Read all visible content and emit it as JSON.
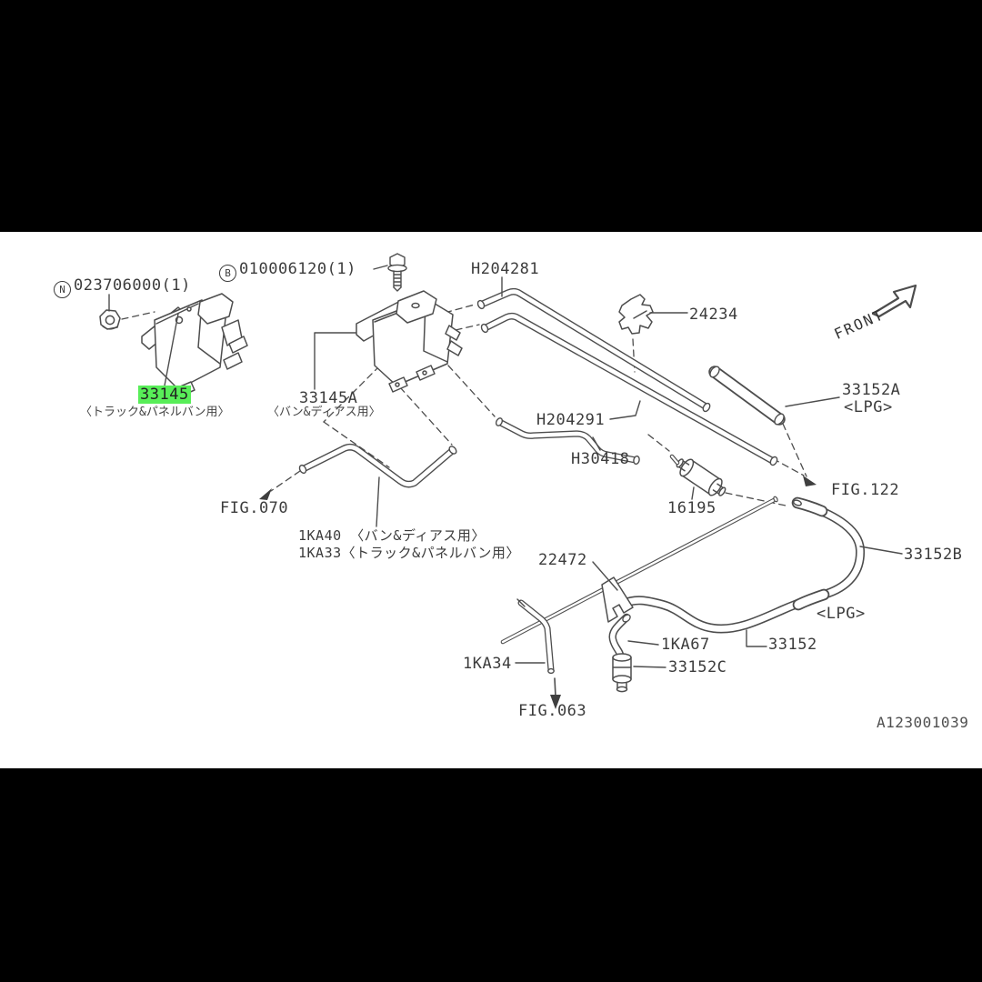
{
  "page": {
    "letterbox_color": "#000000",
    "paper_color": "#ffffff"
  },
  "diagram": {
    "drawing_number": "A123001039",
    "front_indicator": "FRONT",
    "highlight_color": "#58ee58",
    "labels": {
      "nut_prefix": "N",
      "nut_number": "023706000(1)",
      "bolt_prefix": "B",
      "bolt_number": "010006120(1)",
      "hose_h204281": "H204281",
      "hose_h204291": "H204291",
      "hose_h30418": "H30418",
      "clip_24234": "24234",
      "pipe_33152a": "33152A",
      "lpg_tag_a": "<LPG>",
      "valve_33145": "33145",
      "valve_33145_note": "〈トラック&パネルバン用〉",
      "valve_33145a": "33145A",
      "valve_33145a_note": "〈バン&ディアス用〉",
      "fig_070": "FIG.070",
      "fig_122": "FIG.122",
      "fig_063": "FIG.063",
      "hose_1ka40_line": "1KA40 〈バン&ディアス用〉",
      "hose_1ka33_line": "1KA33〈トラック&パネルバン用〉",
      "clamp_22472": "22472",
      "filter_16195": "16195",
      "hose_33152b": "33152B",
      "hose_33152": "33152",
      "lpg_tag_b": "<LPG>",
      "hose_1ka34": "1KA34",
      "hose_1ka67": "1KA67",
      "fitting_33152c": "33152C"
    }
  }
}
